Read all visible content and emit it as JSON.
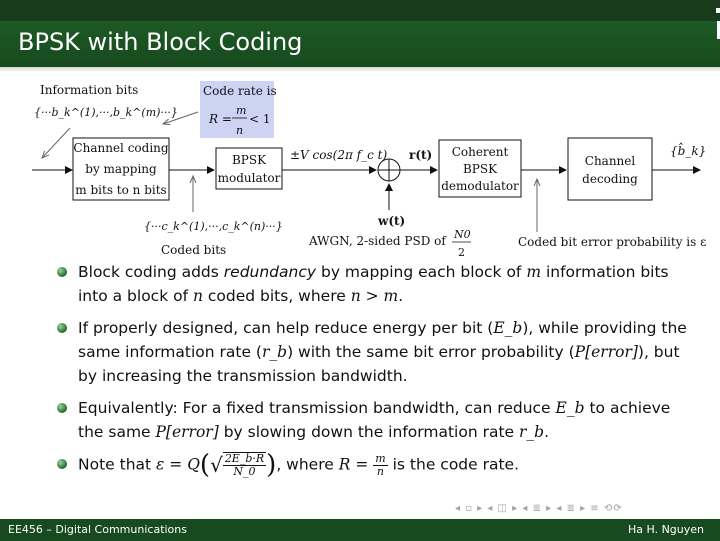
{
  "slide": {
    "title": "BPSK with Block Coding"
  },
  "diagram": {
    "info_bits_label": "Information bits",
    "info_bits_seq": "{···b_k^(1),···,b_k^(m)···}",
    "code_rate_label": "Code rate is",
    "code_rate_R": "R =",
    "code_rate_m": "m",
    "code_rate_n": "n",
    "code_rate_lt": "< 1",
    "channel_coding_lines": [
      "Channel coding",
      "by mapping",
      "m bits  to n bits"
    ],
    "bpsk_mod_lines": [
      "BPSK",
      "modulator"
    ],
    "carrier_label": "±V cos(2π f_c t)",
    "received_label": "r(t)",
    "demod_lines": [
      "Coherent",
      "BPSK",
      "demodulator"
    ],
    "decoding_lines": [
      "Channel",
      "decoding"
    ],
    "decoded_label": "{b̂_k}",
    "coded_bits_seq": "{···c_k^(1),···,c_k^(n)···}",
    "coded_bits_label": "Coded bits",
    "noise_label": "w(t)",
    "awgn_label": "AWGN, 2-sided PSD of",
    "awgn_N0": "N0",
    "awgn_2": "2",
    "coded_error_label": "Coded bit error probability is ε"
  },
  "bullets": [
    {
      "pre": "Block coding adds ",
      "em": "redundancy",
      "post": " by mapping each block of ",
      "m1": "m",
      "mid": " information bits into a block of ",
      "n1": "n",
      "mid2": " coded bits, where ",
      "rel": "n > m",
      "end": "."
    },
    {
      "text1": "If properly designed, can help reduce energy per bit (",
      "eb": "E_b",
      "text2": "), while providing the same information rate (",
      "rb": "r_b",
      "text3": ") with the same bit error probability (",
      "perr": "P[error]",
      "text4": "), but by increasing the transmission bandwidth."
    },
    {
      "text1": "Equivalently: For a fixed transmission bandwidth, can reduce ",
      "eb": "E_b",
      "text2": " to achieve the same ",
      "perr": "P[error]",
      "text3": " by slowing down the information rate ",
      "rb": "r_b",
      "text4": "."
    },
    {
      "text1": "Note that ",
      "eps": "ε = Q",
      "sqrt_num": "2E_b·R",
      "sqrt_den": "N_0",
      "text2": ", where ",
      "req": "R =",
      "rm": "m",
      "rn": "n",
      "text3": " is the code rate."
    }
  ],
  "nav_symbols": "◂ ▫ ▸ ◂ ◫ ▸ ◂ ≣ ▸ ◂ ≣ ▸   ≡   ⟲⟳",
  "footer": {
    "left": "EE456 – Digital Communications",
    "right": "Ha H. Nguyen"
  }
}
